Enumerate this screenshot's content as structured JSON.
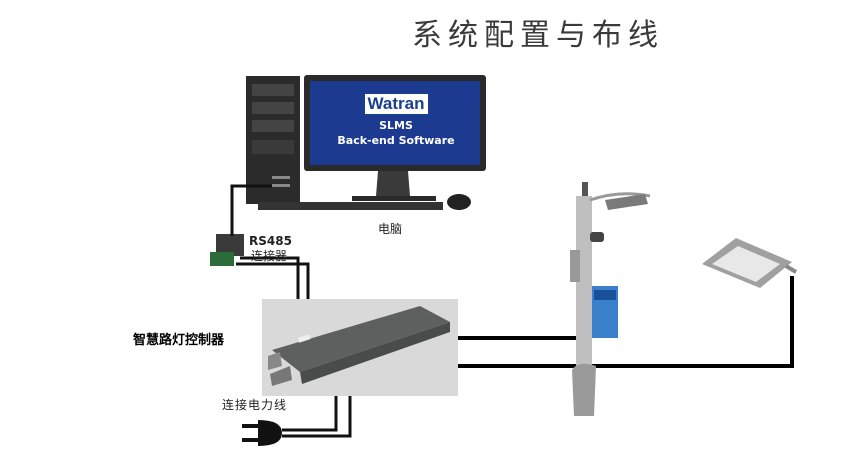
{
  "title": "系统配置与布线",
  "monitor": {
    "brand": "Watran",
    "line1": "SLMS",
    "line2": "Back-end Software"
  },
  "labels": {
    "pc": "电脑",
    "rs485": "RS485",
    "connector": "连接器",
    "controller": "智慧路灯控制器",
    "power_cable": "连接电力线"
  },
  "colors": {
    "screen": "#1c3a8f",
    "device": "#6d6f6e",
    "wire": "#111111"
  }
}
